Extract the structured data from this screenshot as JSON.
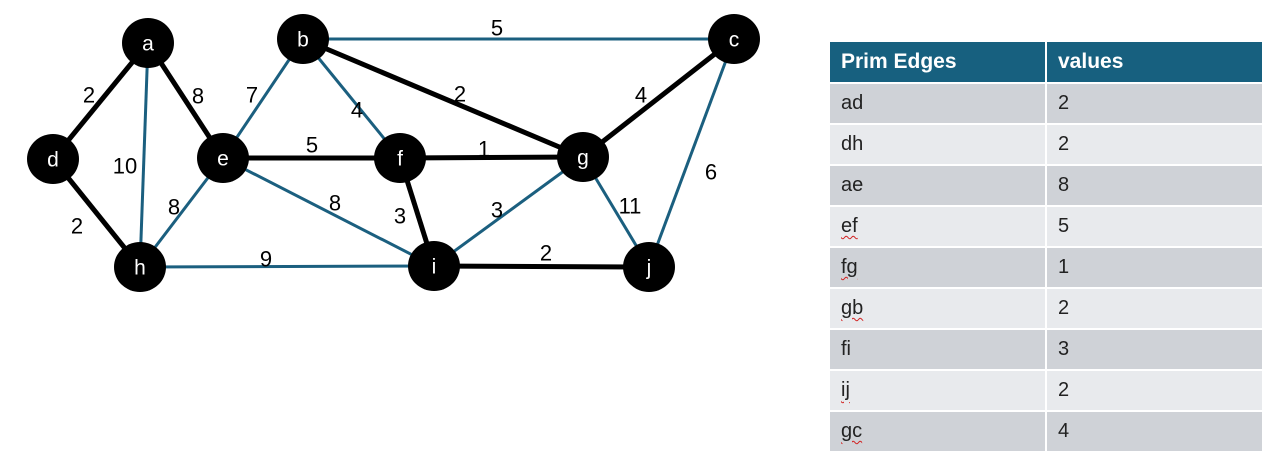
{
  "graph": {
    "nodes": [
      {
        "id": "a",
        "label": "a"
      },
      {
        "id": "b",
        "label": "b"
      },
      {
        "id": "c",
        "label": "c"
      },
      {
        "id": "d",
        "label": "d"
      },
      {
        "id": "e",
        "label": "e"
      },
      {
        "id": "f",
        "label": "f"
      },
      {
        "id": "g",
        "label": "g"
      },
      {
        "id": "h",
        "label": "h"
      },
      {
        "id": "i",
        "label": "i"
      },
      {
        "id": "j",
        "label": "j"
      }
    ],
    "edges": [
      {
        "from": "a",
        "to": "d",
        "weight": "2",
        "in_mst": true
      },
      {
        "from": "a",
        "to": "h",
        "weight": "10",
        "in_mst": false
      },
      {
        "from": "a",
        "to": "e",
        "weight": "8",
        "in_mst": true
      },
      {
        "from": "d",
        "to": "h",
        "weight": "2",
        "in_mst": true
      },
      {
        "from": "b",
        "to": "e",
        "weight": "7",
        "in_mst": false
      },
      {
        "from": "b",
        "to": "c",
        "weight": "5",
        "in_mst": false
      },
      {
        "from": "b",
        "to": "f",
        "weight": "4",
        "in_mst": false
      },
      {
        "from": "b",
        "to": "g",
        "weight": "2",
        "in_mst": true
      },
      {
        "from": "c",
        "to": "g",
        "weight": "4",
        "in_mst": true
      },
      {
        "from": "c",
        "to": "j",
        "weight": "6",
        "in_mst": false
      },
      {
        "from": "e",
        "to": "f",
        "weight": "5",
        "in_mst": true
      },
      {
        "from": "e",
        "to": "h",
        "weight": "8",
        "in_mst": false
      },
      {
        "from": "e",
        "to": "i",
        "weight": "8",
        "in_mst": false
      },
      {
        "from": "f",
        "to": "g",
        "weight": "1",
        "in_mst": true
      },
      {
        "from": "f",
        "to": "i",
        "weight": "3",
        "in_mst": true
      },
      {
        "from": "g",
        "to": "i",
        "weight": "3",
        "in_mst": false
      },
      {
        "from": "g",
        "to": "j",
        "weight": "11",
        "in_mst": false
      },
      {
        "from": "h",
        "to": "i",
        "weight": "9",
        "in_mst": false
      },
      {
        "from": "i",
        "to": "j",
        "weight": "2",
        "in_mst": true
      }
    ],
    "colors": {
      "mst_edge": "#000000",
      "other_edge": "#1b5f7f",
      "node_fill": "#000000",
      "node_label": "#ffffff"
    }
  },
  "table": {
    "headers": [
      "Prim Edges",
      "values"
    ],
    "rows": [
      {
        "edge": "ad",
        "value": "2"
      },
      {
        "edge": "dh",
        "value": "2"
      },
      {
        "edge": "ae",
        "value": "8"
      },
      {
        "edge": "ef",
        "value": "5"
      },
      {
        "edge": "fg",
        "value": "1"
      },
      {
        "edge": "gb",
        "value": "2"
      },
      {
        "edge": "fi",
        "value": "3"
      },
      {
        "edge": "ij",
        "value": "2"
      },
      {
        "edge": "gc",
        "value": "4"
      }
    ],
    "colors": {
      "header_bg": "#17607f",
      "row_odd": "#cfd2d7",
      "row_even": "#e8eaed"
    }
  }
}
